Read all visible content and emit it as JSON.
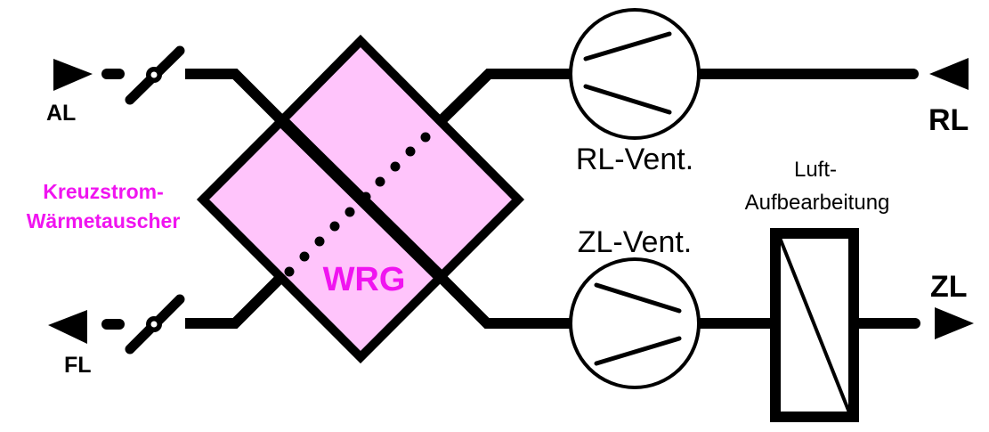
{
  "diagram": {
    "title": "Lüftungsanlage mit Kreuzstrom-Wärmerückgewinnung",
    "colors": {
      "line": "#000000",
      "exchanger_fill": "#ffc4fb",
      "accent_text": "#f014f0",
      "background": "#ffffff"
    },
    "ports": {
      "al": {
        "label": "AL",
        "direction": "in"
      },
      "fl": {
        "label": "FL",
        "direction": "out"
      },
      "rl": {
        "label": "RL",
        "direction": "in"
      },
      "zl": {
        "label": "ZL",
        "direction": "out"
      }
    },
    "exchanger": {
      "name_line1": "Kreuzstrom-",
      "name_line2": "Wärmetauscher",
      "abbr": "WRG"
    },
    "fans": {
      "return": {
        "label": "RL-Vent."
      },
      "supply": {
        "label": "ZL-Vent."
      }
    },
    "air_treatment": {
      "line1": "Luft-",
      "line2": "Aufbearbeitung"
    },
    "dampers": [
      {
        "id": "outside-air-damper"
      },
      {
        "id": "exhaust-air-damper"
      }
    ]
  }
}
